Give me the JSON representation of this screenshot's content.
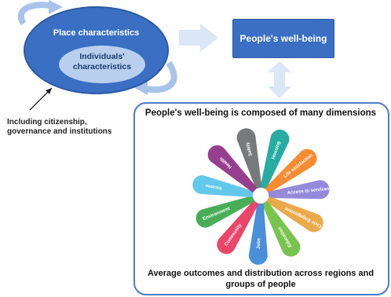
{
  "left_cluster": {
    "place_label": "Place characteristics",
    "individual_label_line1": "Individuals'",
    "individual_label_line2": "characteristics",
    "note_line1": "Including citizenship,",
    "note_line2": "governance and institutions"
  },
  "wellbeing_box": {
    "label": "People's well-being"
  },
  "panel": {
    "heading": "People's well-being is composed of many dimensions",
    "footer_line1": "Average outcomes and distribution across regions and",
    "footer_line2": "groups of people"
  },
  "dimensions": [
    {
      "label": "Safety",
      "color": "#6d6e70"
    },
    {
      "label": "Housing",
      "color": "#15a59a"
    },
    {
      "label": "Life satisfaction",
      "color": "#f58220"
    },
    {
      "label": "Access to services",
      "color": "#8c7fd6"
    },
    {
      "label": "Civic Engagement",
      "color": "#e8a33d"
    },
    {
      "label": "Education",
      "color": "#6cbf3f"
    },
    {
      "label": "Jobs",
      "color": "#3b86d6"
    },
    {
      "label": "Community",
      "color": "#e8365d"
    },
    {
      "label": "Environment",
      "color": "#3aa64a"
    },
    {
      "label": "Income",
      "color": "#57c3e8"
    },
    {
      "label": "Health",
      "color": "#8e2f86"
    }
  ],
  "colors": {
    "primary_blue": "#3b6fc3",
    "light_blue": "#b8cfee",
    "arrow_pale": "#dbe6f6"
  }
}
